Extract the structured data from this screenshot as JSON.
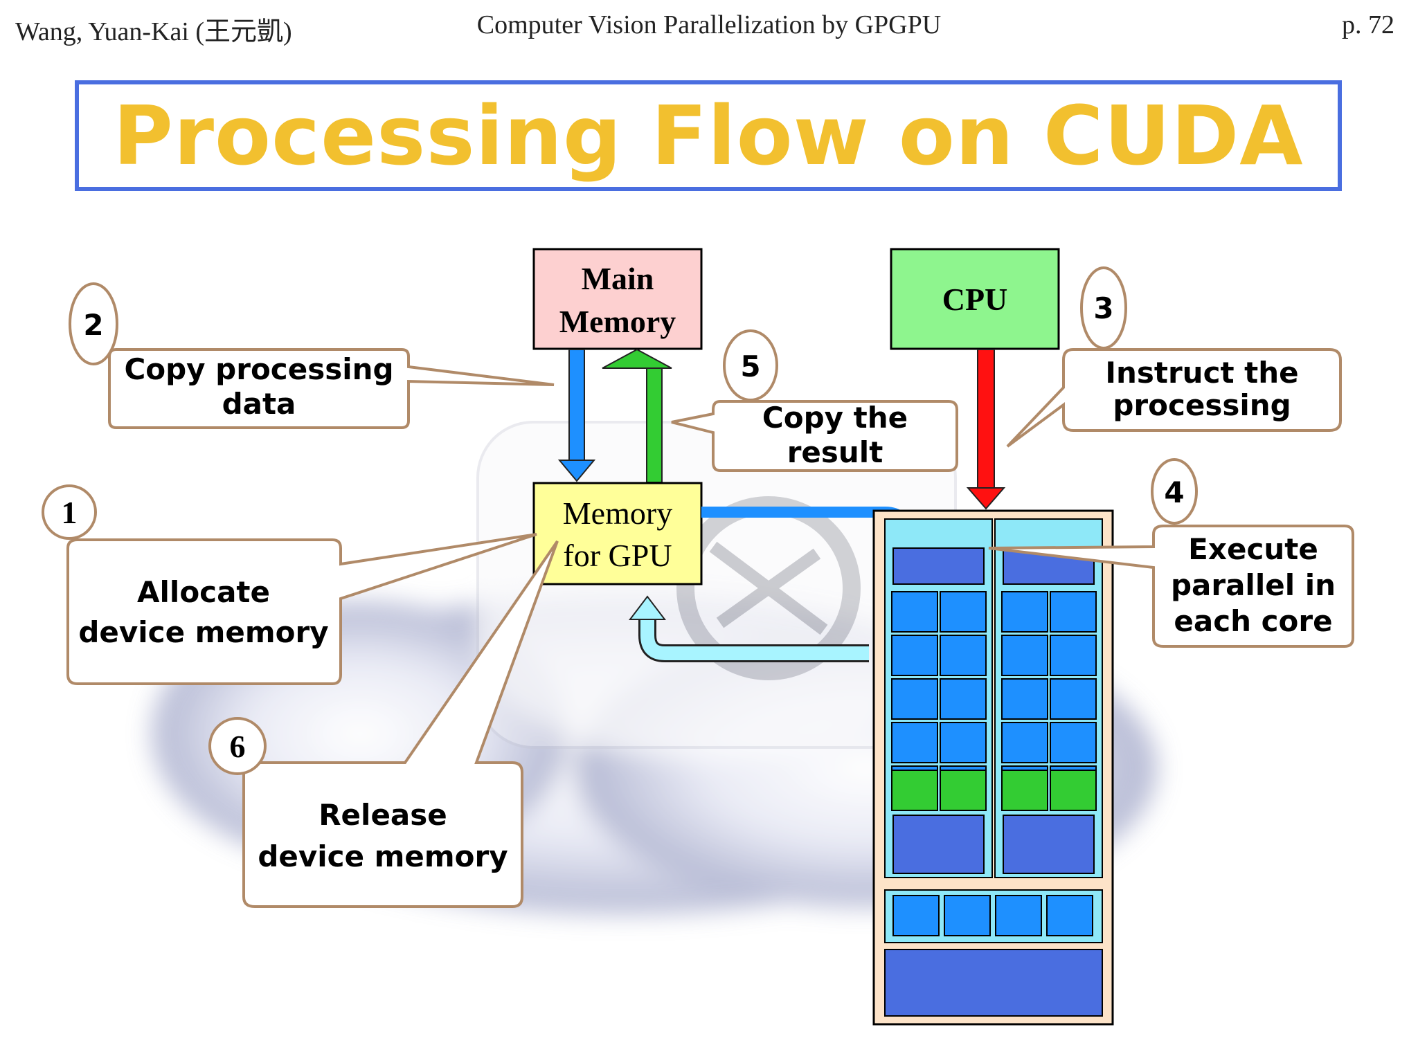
{
  "header": {
    "author": "Wang, Yuan-Kai (王元凱)",
    "course": "Computer Vision Parallelization by GPGPU",
    "page": "p. 72"
  },
  "title": "Processing Flow on CUDA",
  "boxes": {
    "main_memory": [
      "Main",
      "Memory"
    ],
    "cpu": "CPU",
    "gpu_memory": [
      "Memory",
      "for GPU"
    ]
  },
  "steps": [
    {
      "number": "1",
      "lines": [
        "Allocate",
        "device memory"
      ]
    },
    {
      "number": "2",
      "lines": [
        "Copy processing",
        "data"
      ]
    },
    {
      "number": "3",
      "lines": [
        "Instruct  the",
        "processing"
      ]
    },
    {
      "number": "4",
      "lines": [
        "Execute",
        "parallel in",
        "each core"
      ]
    },
    {
      "number": "5",
      "lines": [
        "Copy the",
        "result"
      ]
    },
    {
      "number": "6",
      "lines": [
        "Release",
        "device memory"
      ]
    }
  ],
  "colors": {
    "title": "#f2c02f",
    "title_border": "#4a6ee0",
    "main_memory_fill": "#fdd0d0",
    "cpu_fill": "#8ef58e",
    "gpu_memory_fill": "#ffff99",
    "callout_border": "#b08a68",
    "arrow_copy_to_gpu": "#1e90ff",
    "arrow_copy_back": "#33cc33",
    "arrow_instruct": "#ff1111",
    "core_blue": "#1e90ff",
    "core_green": "#33cc33",
    "block_dark": "#4a6ee0",
    "gpu_outer": "#fde3c8",
    "gpu_inner": "#8ee8f8"
  }
}
